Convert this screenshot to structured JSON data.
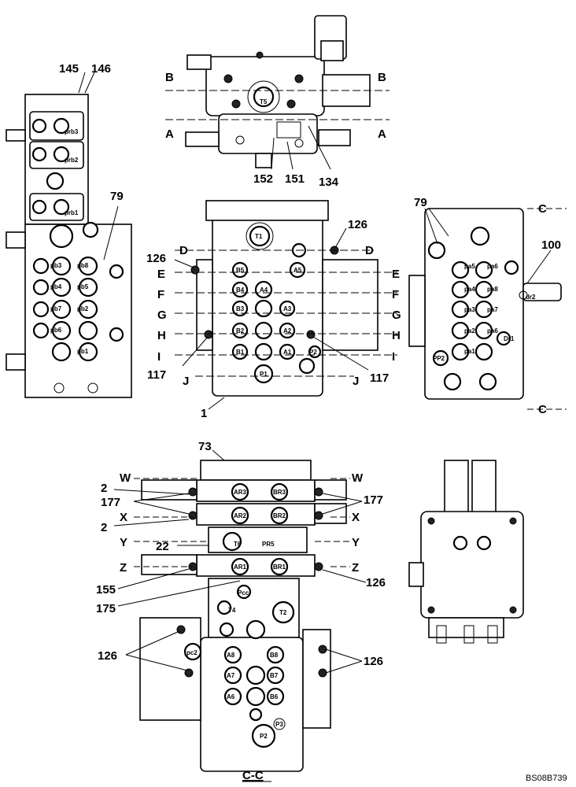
{
  "drawing_code": "BS08B739",
  "section_caption": "C-C",
  "section_lines": {
    "top_view": [
      "B",
      "A"
    ],
    "front_view": [
      "D",
      "E",
      "F",
      "G",
      "H",
      "I",
      "J"
    ],
    "bottom_view": [
      "W",
      "X",
      "Y",
      "Z"
    ],
    "side_view": [
      "C"
    ]
  },
  "callouts": {
    "top_view": [
      "152",
      "151",
      "134"
    ],
    "left_view": [
      "145",
      "146",
      "79"
    ],
    "front_view": [
      "126",
      "126",
      "117",
      "117",
      "1"
    ],
    "right_view": [
      "79",
      "100"
    ],
    "bottom_view": [
      "73",
      "2",
      "177",
      "177",
      "2",
      "22",
      "155",
      "175",
      "126",
      "126",
      "126"
    ]
  },
  "ports": {
    "top_view": [
      "T5"
    ],
    "left_view": [
      "prb3",
      "prb2",
      "prb1",
      "pb8",
      "pb3",
      "pb4",
      "pb5",
      "pb7",
      "pb2",
      "pb6",
      "pb1"
    ],
    "front_view": [
      "T1",
      "B5",
      "A5",
      "B4",
      "A4",
      "B3",
      "A3",
      "B2",
      "A2",
      "B1",
      "A1",
      "P1",
      "P2"
    ],
    "right_view": [
      "pa5",
      "pa6",
      "pa4",
      "pa8",
      "pa3",
      "pa7",
      "pa2",
      "pa6",
      "pa1",
      "dr2",
      "Dr1",
      "PP2"
    ],
    "bottom_view": [
      "AR3",
      "BR3",
      "AR2",
      "BR2",
      "T6",
      "PR5",
      "AR1",
      "BR1",
      "Pcc",
      "T4",
      "T2",
      "pc2",
      "A8",
      "B8",
      "A7",
      "B7",
      "A6",
      "B6",
      "P3",
      "P2"
    ]
  }
}
